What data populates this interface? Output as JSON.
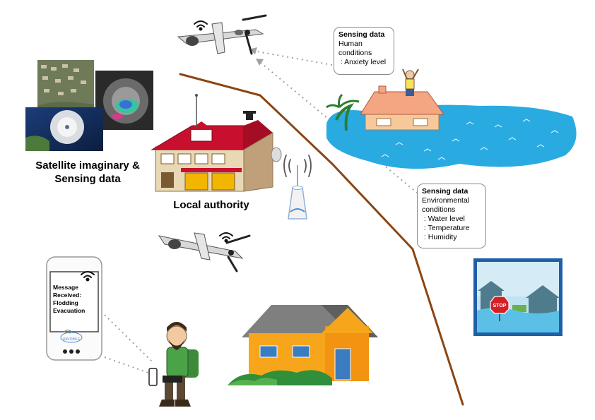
{
  "labels": {
    "satellite": [
      "Satellite imaginary &",
      "Sensing data"
    ],
    "authority": "Local authority"
  },
  "callout_human": {
    "title": "Sensing data",
    "lines": [
      "Human",
      "conditions",
      " : Anxiety level"
    ]
  },
  "callout_env": {
    "title": "Sensing data",
    "lines": [
      "Environmental",
      "conditions",
      " : Water level",
      " : Temperature",
      " : Humidity"
    ]
  },
  "phone": {
    "message": [
      "Message",
      "Received:",
      "Flodding",
      "Evacuation"
    ],
    "logo_text": "UAVOBILE"
  },
  "signs": {
    "stop": "STOP"
  },
  "colors": {
    "water": "#29abe2",
    "roof_red": "#c8102e",
    "boundary": "#8b4513",
    "house_orange": "#f7a61b",
    "sign_frame": "#1f5fa8"
  }
}
